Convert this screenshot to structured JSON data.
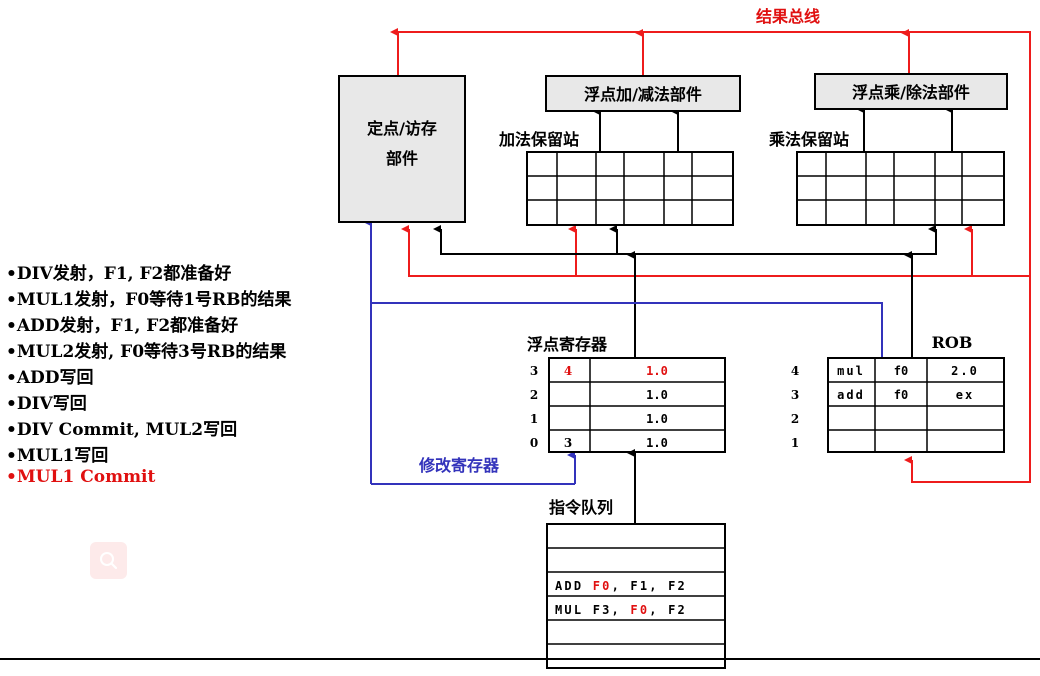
{
  "labels": {
    "result_bus": "结果总线",
    "fixed_unit_line1": "定点/访存",
    "fixed_unit_line2": "部件",
    "fp_add_unit": "浮点加/减法部件",
    "fp_mul_unit": "浮点乘/除法部件",
    "add_rs": "加法保留站",
    "mul_rs": "乘法保留站",
    "fp_registers": "浮点寄存器",
    "rob": "ROB",
    "modify_regs": "修改寄存器",
    "instr_queue": "指令队列"
  },
  "fp_registers": [
    {
      "index": "3",
      "tag": "4",
      "value": "1.0"
    },
    {
      "index": "2",
      "tag": "",
      "value": "1.0"
    },
    {
      "index": "1",
      "tag": "",
      "value": "1.0"
    },
    {
      "index": "0",
      "tag": "3",
      "value": "1.0"
    }
  ],
  "rob_entries": [
    {
      "index": "4",
      "op": "mul",
      "dest": "f0",
      "value": "2.0"
    },
    {
      "index": "3",
      "op": "add",
      "dest": "f0",
      "value": "ex"
    },
    {
      "index": "2",
      "op": "",
      "dest": "",
      "value": ""
    },
    {
      "index": "1",
      "op": "",
      "dest": "",
      "value": ""
    }
  ],
  "instruction_queue": [
    {
      "parts": []
    },
    {
      "parts": []
    },
    {
      "parts": [
        {
          "t": "ADD ",
          "red": false
        },
        {
          "t": "F0",
          "red": true
        },
        {
          "t": ", F1, F2",
          "red": false
        }
      ]
    },
    {
      "parts": [
        {
          "t": "MUL F3, ",
          "red": false
        },
        {
          "t": "F0",
          "red": true
        },
        {
          "t": ", F2",
          "red": false
        }
      ]
    },
    {
      "parts": []
    },
    {
      "parts": []
    }
  ],
  "steps": [
    {
      "text": "•DIV发射，F1, F2都准备好",
      "red": false
    },
    {
      "text": "•MUL1发射，F0等待1号RB的结果",
      "red": false
    },
    {
      "text": "•ADD发射，F1, F2都准备好",
      "red": false
    },
    {
      "text": "•MUL2发射, F0等待3号RB的结果",
      "red": false
    },
    {
      "text": "•ADD写回",
      "red": false
    },
    {
      "text": "•DIV写回",
      "red": false
    },
    {
      "text": "•DIV Commit, MUL2写回",
      "red": false
    },
    {
      "text": "•MUL1写回",
      "red": false
    },
    {
      "text": "•MUL1 Commit",
      "red": true
    }
  ],
  "colors": {
    "bus_red": "#ee1c1c",
    "blue": "#3333bb",
    "box_fill": "#e8e8e8",
    "text_red": "#e01010"
  },
  "icons": {
    "search": "search-icon"
  }
}
